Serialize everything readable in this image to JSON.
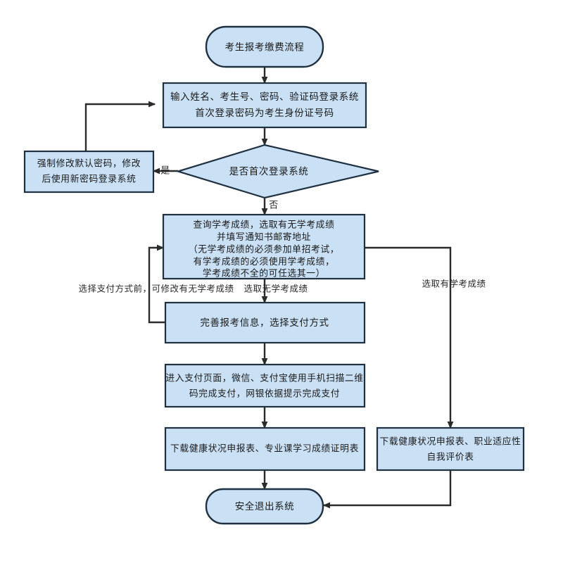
{
  "diagram": {
    "type": "flowchart",
    "title": "考生报考缴费流程",
    "orientation": "top-to-bottom",
    "colors": {
      "node_fill": "#c9e0f5",
      "node_stroke": "#1f3040",
      "edge_stroke": "#3a3a3a",
      "text": "#1a1a1a",
      "background": "#ffffff"
    },
    "nodes": {
      "start": {
        "shape": "terminator",
        "lines": [
          "考生报考缴费流程"
        ]
      },
      "login": {
        "shape": "rectangle",
        "lines": [
          "输入姓名、考生号、密码、验证码登录系统",
          "首次登录密码为考生身份证号码"
        ]
      },
      "change_password": {
        "shape": "rectangle",
        "lines": [
          "强制修改默认密码，修改",
          "后使用新密码登录系统"
        ]
      },
      "first_login_decision": {
        "shape": "diamond",
        "lines": [
          "是否首次登录系统"
        ]
      },
      "query_scores": {
        "shape": "rectangle",
        "lines": [
          "查询学考成绩，选取有无学考成绩",
          "并填写通知书邮寄地址",
          "（无学考成绩的必须参加单招考试，",
          "有学考成绩的必须使用学考成绩，",
          "学考成绩不全的可任选其一）"
        ]
      },
      "complete_info": {
        "shape": "rectangle",
        "lines": [
          "完善报考信息，选择支付方式"
        ]
      },
      "payment_page": {
        "shape": "rectangle",
        "lines": [
          "进入支付页面，微信、支付宝使用手机扫描二维",
          "码完成支付，网银依据提示完成支付"
        ]
      },
      "download_left": {
        "shape": "rectangle",
        "lines": [
          "下载健康状况申报表、专业课学习成绩证明表"
        ]
      },
      "download_right": {
        "shape": "rectangle",
        "lines": [
          "下载健康状况申报表、职业适应性",
          "自我评价表"
        ]
      },
      "exit": {
        "shape": "terminator",
        "lines": [
          "安全退出系统"
        ]
      }
    },
    "edge_labels": {
      "yes": "是",
      "no": "否",
      "modify_before_pay": "选择支付方式前，可修改有无学考成绩",
      "no_scores": "选取无学考成绩",
      "has_scores": "选取有学考成绩"
    },
    "edges": [
      {
        "from": "start",
        "to": "login",
        "label": ""
      },
      {
        "from": "login",
        "to": "first_login_decision",
        "label": ""
      },
      {
        "from": "first_login_decision",
        "to": "change_password",
        "label": "是"
      },
      {
        "from": "change_password",
        "to": "login",
        "label": ""
      },
      {
        "from": "first_login_decision",
        "to": "query_scores",
        "label": "否"
      },
      {
        "from": "query_scores",
        "to": "complete_info",
        "label": "选取无学考成绩"
      },
      {
        "from": "complete_info",
        "to": "query_scores",
        "label": "选择支付方式前，可修改有无学考成绩"
      },
      {
        "from": "query_scores",
        "to": "download_right",
        "label": "选取有学考成绩"
      },
      {
        "from": "complete_info",
        "to": "payment_page",
        "label": ""
      },
      {
        "from": "payment_page",
        "to": "download_left",
        "label": ""
      },
      {
        "from": "download_left",
        "to": "exit",
        "label": ""
      },
      {
        "from": "download_right",
        "to": "exit",
        "label": ""
      }
    ]
  }
}
